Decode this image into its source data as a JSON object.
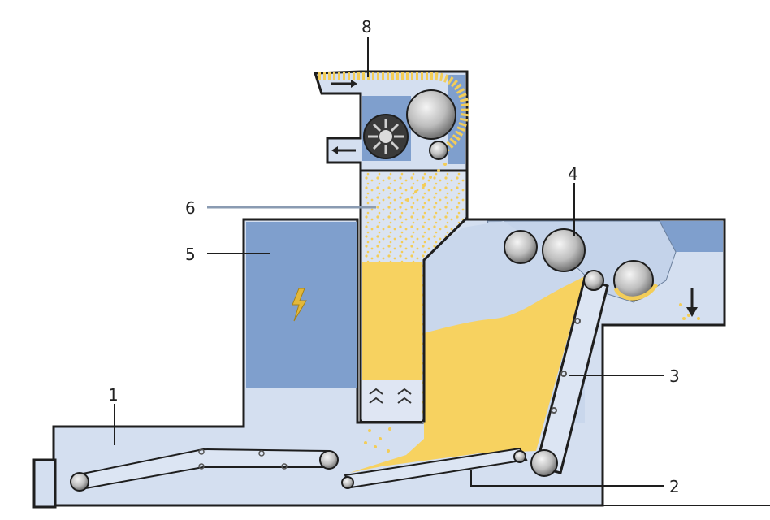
{
  "diagram": {
    "labels": {
      "n1": "1",
      "n2": "2",
      "n3": "3",
      "n4": "4",
      "n5": "5",
      "n6": "6",
      "n8": "8"
    },
    "colors": {
      "background": "#ffffff",
      "housing_light": "#d4dff0",
      "housing_mid": "#b6c8e3",
      "housing_dark": "#7f9fcd",
      "fiber": "#f7d260",
      "outline": "#1e1e1e",
      "roller": "#bfbfbf"
    },
    "icons": {
      "lightning": "lightning-icon",
      "down_arrow": "down-arrow-icon"
    }
  }
}
